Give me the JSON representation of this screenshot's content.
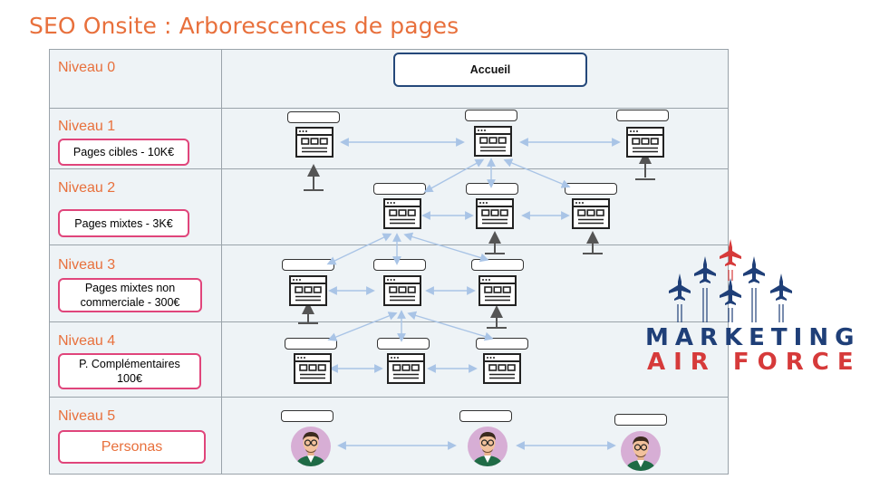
{
  "title": "SEO Onsite : Arborescences de pages",
  "levels": [
    {
      "label": "Niveau 0"
    },
    {
      "label": "Niveau 1",
      "box": "Pages cibles - 10K€"
    },
    {
      "label": "Niveau 2",
      "box": "Pages mixtes - 3K€"
    },
    {
      "label": "Niveau 3",
      "box": "Pages mixtes non commerciale - 300€"
    },
    {
      "label": "Niveau 4",
      "box": "P. Complémentaires 100€"
    },
    {
      "label": "Niveau 5",
      "box": "Personas"
    }
  ],
  "root": "Accueil",
  "logo": {
    "line1": "MARKETING",
    "line2": "AIR FORCE"
  },
  "colors": {
    "accent": "#e8703c",
    "pink": "#e0457b",
    "navy": "#24487a",
    "arrow": "#a9c4e6",
    "red": "#d63a3a"
  },
  "icons": [
    "webpage-icon",
    "persona-icon",
    "jet-icon"
  ]
}
